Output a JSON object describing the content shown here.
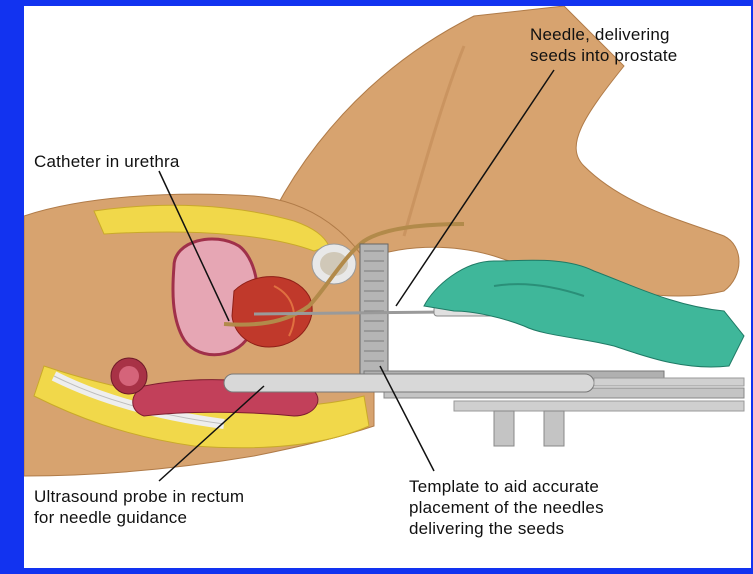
{
  "labels": {
    "needle": "Needle, delivering\nseeds into prostate",
    "catheter": "Catheter in urethra",
    "ultrasound": "Ultrasound probe in rectum\nfor needle guidance",
    "template": "Template to aid accurate\nplacement of the needles\ndelivering the seeds"
  },
  "colors": {
    "background": "#1233f0",
    "skin": "#d7a36f",
    "glove": "#3fb79a",
    "fat": "#f1d84a",
    "metal": "#a8a8a8",
    "tissue": "#c0392b"
  }
}
